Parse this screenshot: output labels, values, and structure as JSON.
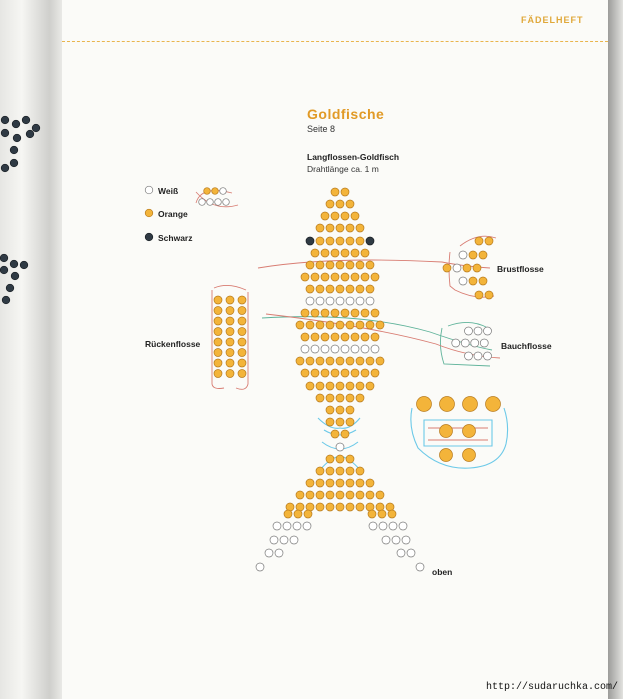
{
  "running_head": "FÄDELHEFT",
  "title": "Goldfische",
  "subtitle": "Seite 8",
  "pattern_name": "Langflossen-Goldfisch",
  "wire_length": "Drahtlänge ca. 1 m",
  "legend": [
    {
      "label": "Weiß",
      "color": "#ffffff"
    },
    {
      "label": "Orange",
      "color": "#f3b43a"
    },
    {
      "label": "Schwarz",
      "color": "#2f3a44"
    }
  ],
  "labels": {
    "brustflosse": "Brustflosse",
    "bauchflosse": "Bauchflosse",
    "rueckenflosse": "Rückenflosse",
    "oben": "oben"
  },
  "footer_url": "http://sudaruchka.com/"
}
